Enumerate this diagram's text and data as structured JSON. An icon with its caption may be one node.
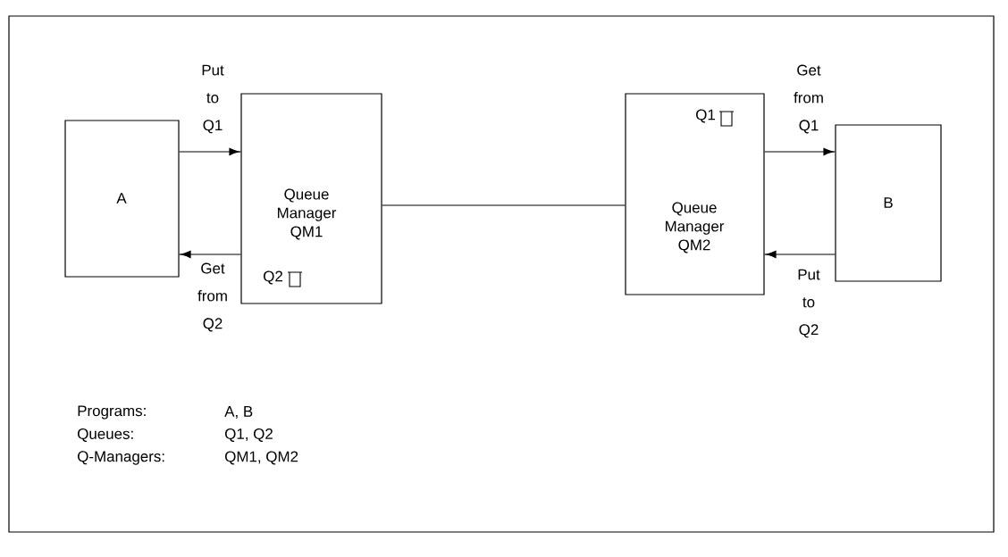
{
  "diagram": {
    "nodes": [
      {
        "text": [
          "A"
        ]
      },
      {
        "text": [
          "Queue Manager QM1",
          "Q2"
        ]
      },
      {
        "text": [
          "Q1",
          "Queue Manager QM2"
        ]
      },
      {
        "text": [
          "B"
        ]
      }
    ],
    "edges": [
      {
        "from": 0,
        "to": 1,
        "arrow": "to",
        "label": "Put to Q1"
      },
      {
        "from": 1,
        "to": 0,
        "arrow": "to",
        "label": "Get from Q2"
      },
      {
        "from": 1,
        "to": 2,
        "arrow": "none"
      },
      {
        "from": 2,
        "to": 3,
        "arrow": "to",
        "label": "Get from Q1"
      },
      {
        "from": 3,
        "to": 2,
        "arrow": "to",
        "label": "Put to Q2"
      }
    ],
    "labels": [
      "Programs:",
      "A, B",
      "Queues:",
      "Q1, Q2",
      "Q-Managers:",
      "QM1, QM2"
    ]
  }
}
